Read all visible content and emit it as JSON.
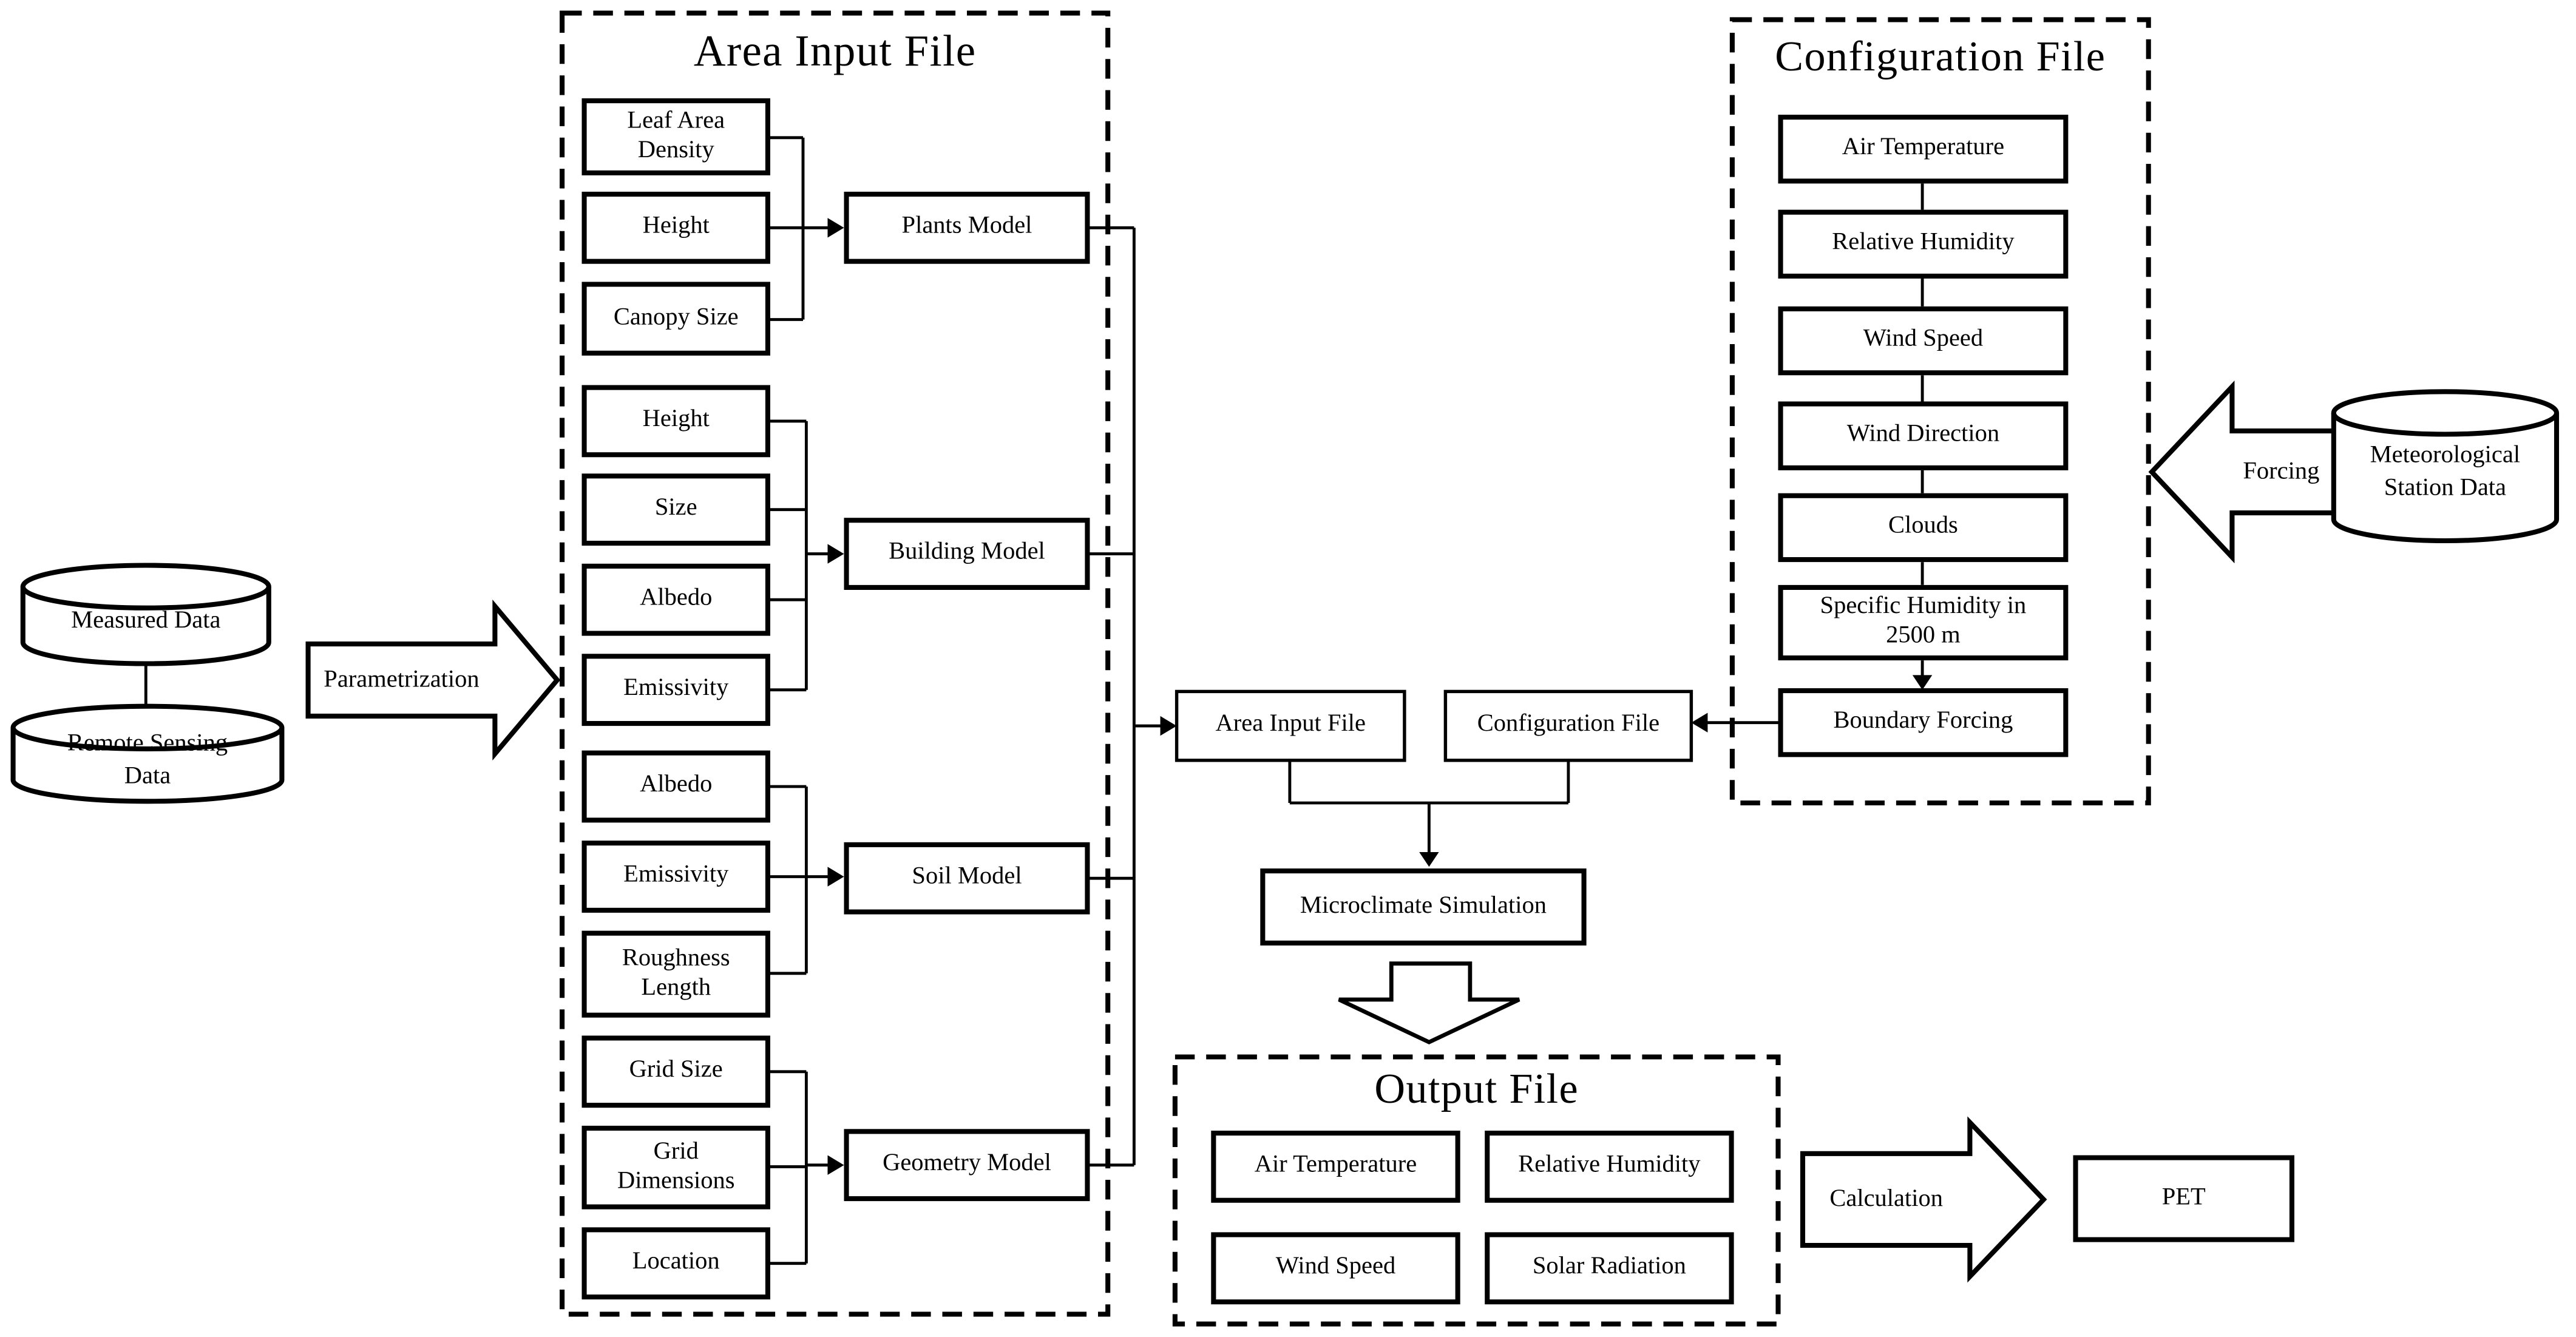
{
  "colors": {
    "ink": "#000000",
    "paper": "#ffffff"
  },
  "diagram": {
    "sources": {
      "measured": "Measured Data",
      "remote_sensing": "Remote Sensing Data",
      "met_station": "Meteorological Station Data"
    },
    "flow_labels": {
      "parametrization": "Parametrization",
      "forcing": "Forcing",
      "calculation": "Calculation"
    },
    "area_input": {
      "title": "Area Input File",
      "plants": {
        "inputs": [
          "Leaf Area Density",
          "Height",
          "Canopy Size"
        ],
        "model": "Plants Model"
      },
      "building": {
        "inputs": [
          "Height",
          "Size",
          "Albedo",
          "Emissivity"
        ],
        "model": "Building Model"
      },
      "soil": {
        "inputs": [
          "Albedo",
          "Emissivity",
          "Roughness Length"
        ],
        "model": "Soil Model"
      },
      "geometry": {
        "inputs": [
          "Grid Size",
          "Grid Dimensions",
          "Location"
        ],
        "model": "Geometry Model"
      }
    },
    "configuration": {
      "title": "Configuration File",
      "inputs": [
        "Air Temperature",
        "Relative Humidity",
        "Wind Speed",
        "Wind Direction",
        "Clouds",
        "Specific Humidity in 2500 m",
        "Boundary Forcing"
      ]
    },
    "pipeline": {
      "area_input_file": "Area Input File",
      "configuration_file": "Configuration File",
      "simulation": "Microclimate Simulation"
    },
    "output": {
      "title": "Output File",
      "items": [
        "Air Temperature",
        "Relative Humidity",
        "Wind Speed",
        "Solar Radiation"
      ]
    },
    "result": "PET"
  }
}
